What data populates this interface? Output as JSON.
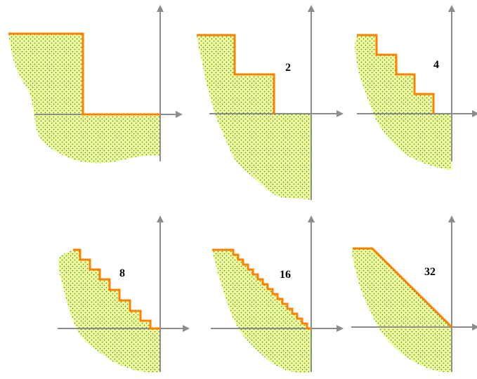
{
  "colors": {
    "region_fill": "#f0ff9c",
    "region_dots": "#2e7d32",
    "staircase": "#ff8000",
    "axis": "#8c8c8c"
  },
  "panels": [
    {
      "id": "panel-1",
      "steps": 1,
      "label": ""
    },
    {
      "id": "panel-2",
      "steps": 2,
      "label": "2"
    },
    {
      "id": "panel-4",
      "steps": 4,
      "label": "4"
    },
    {
      "id": "panel-8",
      "steps": 8,
      "label": "8"
    },
    {
      "id": "panel-16",
      "steps": 16,
      "label": "16"
    },
    {
      "id": "panel-32",
      "steps": 32,
      "label": "32"
    }
  ]
}
